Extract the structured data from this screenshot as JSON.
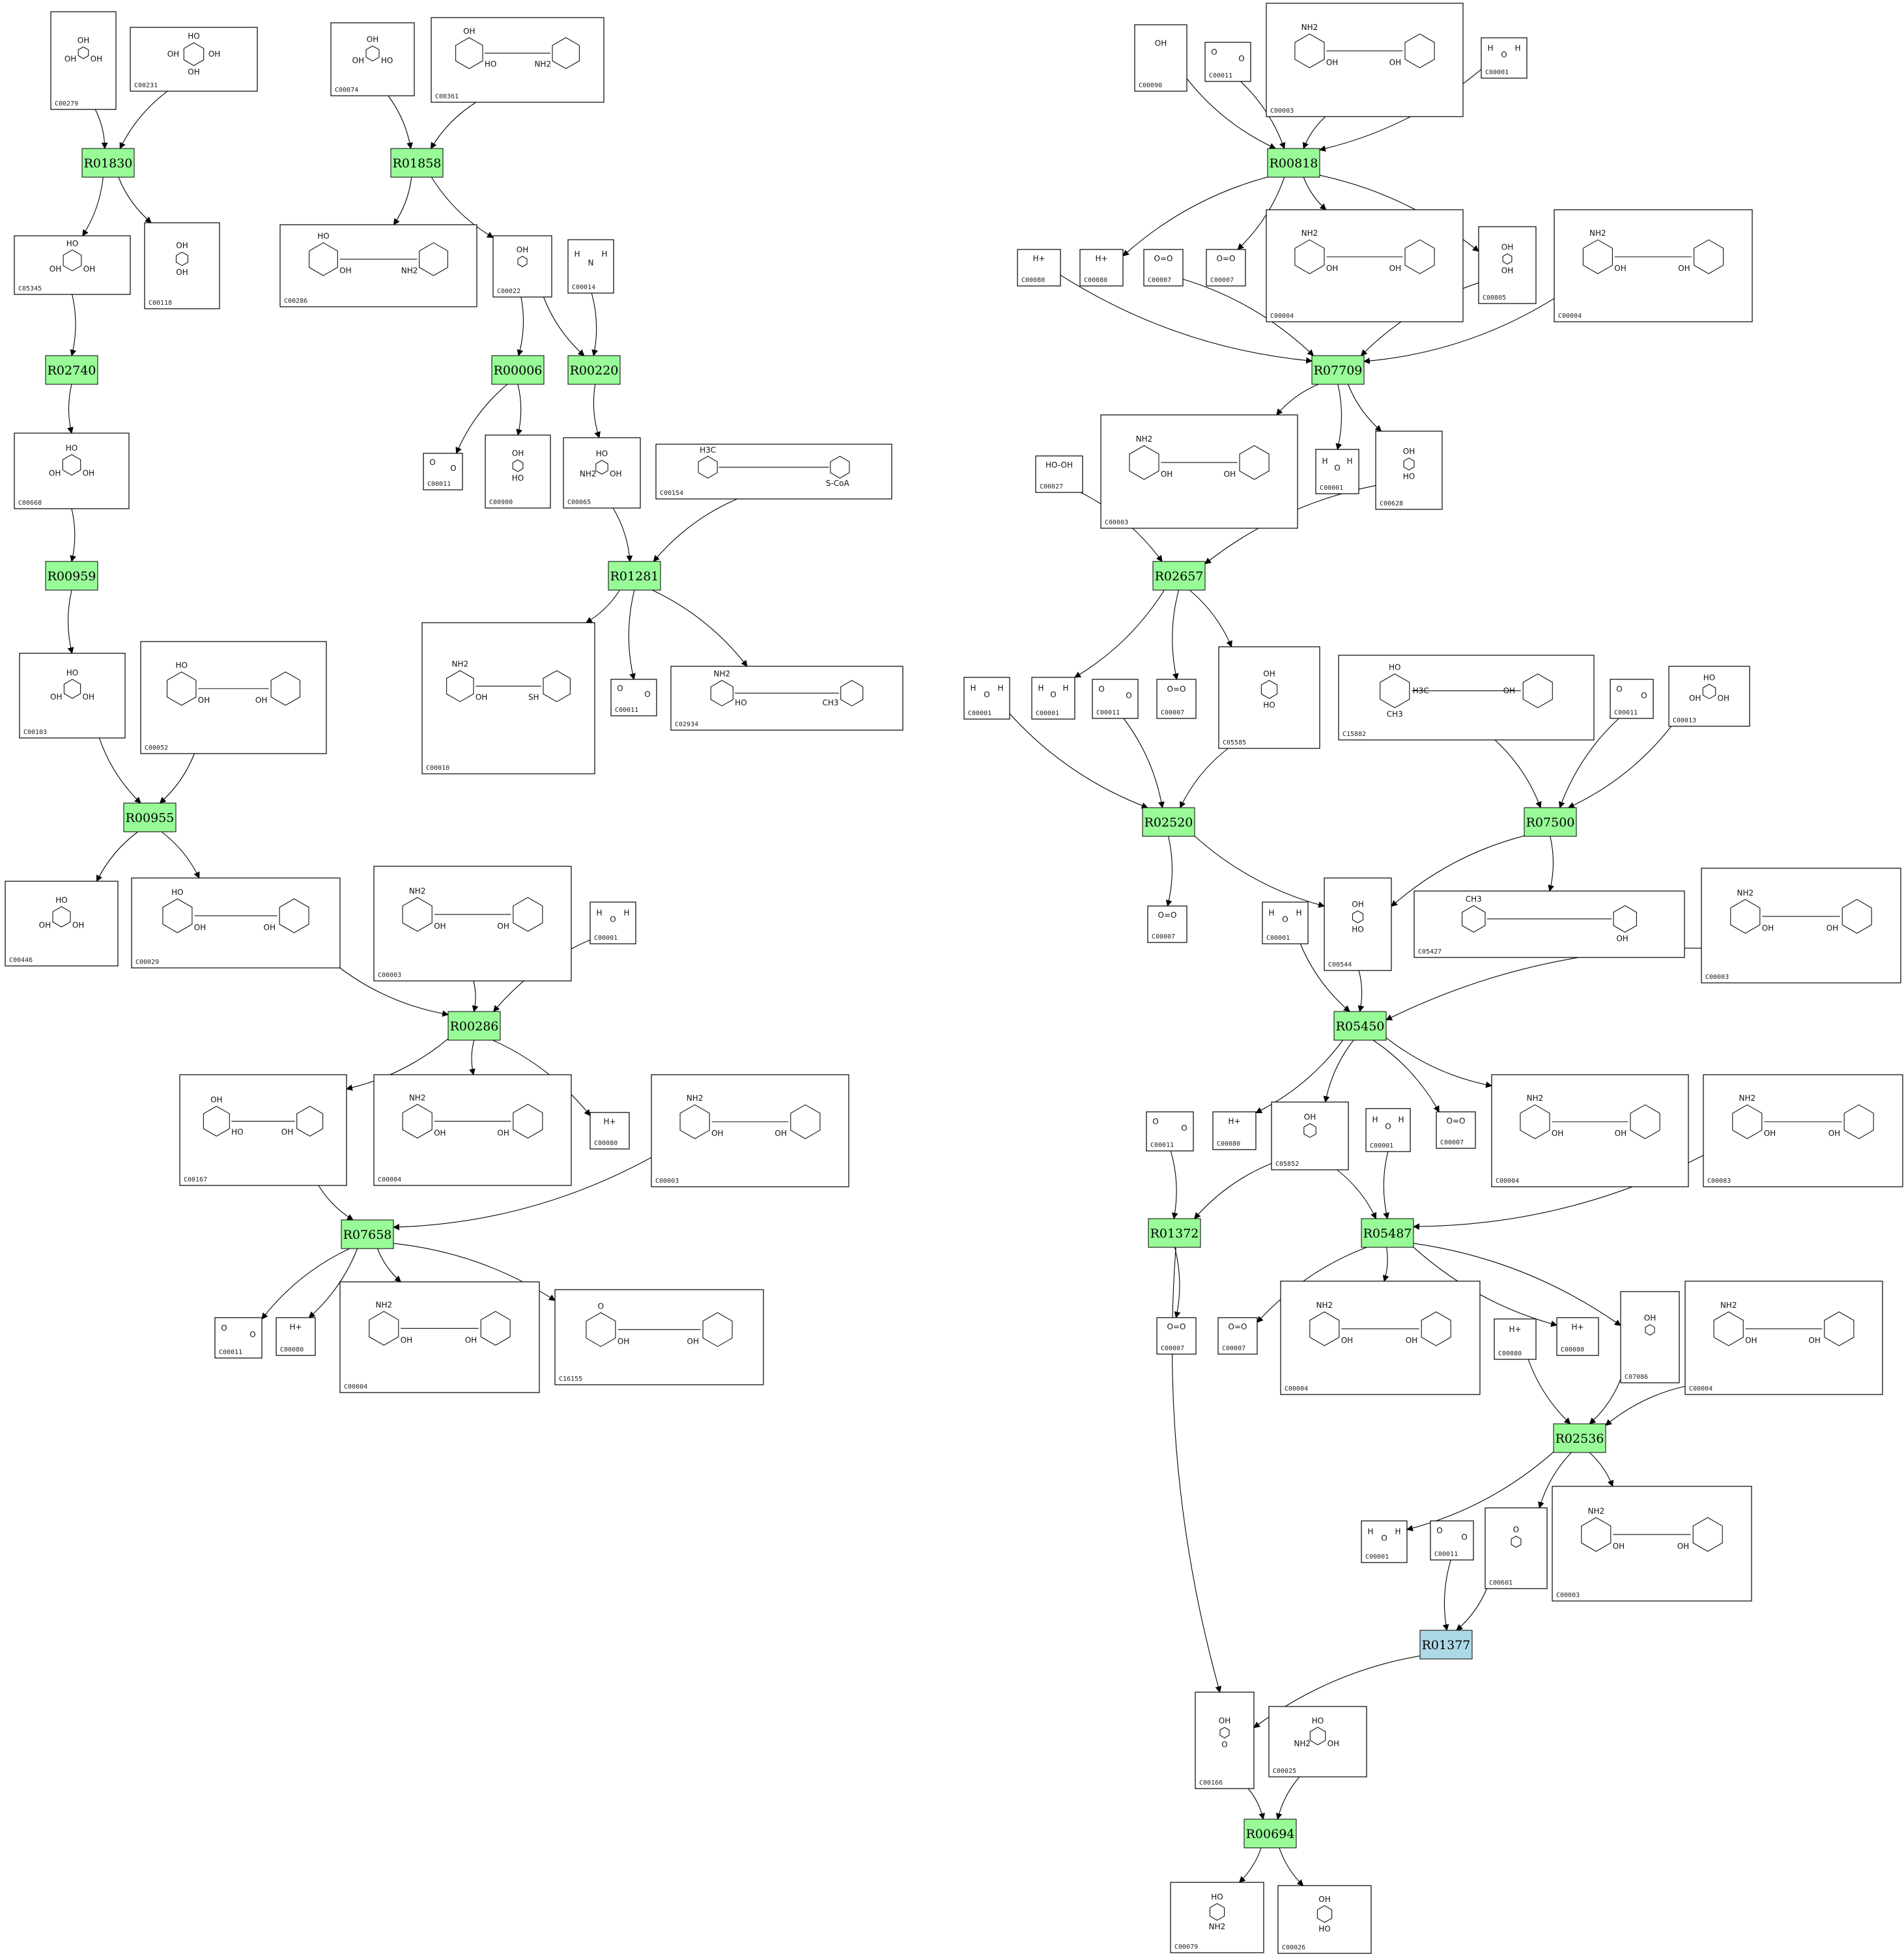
{
  "colors": {
    "reaction": "#98fb98",
    "reaction_alt": "#add8e6",
    "box_stroke": "#000000"
  },
  "reactions": [
    {
      "id": "R01830",
      "label": "R01830",
      "color": "#98fb98"
    },
    {
      "id": "R01858",
      "label": "R01858",
      "color": "#98fb98"
    },
    {
      "id": "R02740",
      "label": "R02740",
      "color": "#98fb98"
    },
    {
      "id": "R00006",
      "label": "R00006",
      "color": "#98fb98"
    },
    {
      "id": "R00220",
      "label": "R00220",
      "color": "#98fb98"
    },
    {
      "id": "R00959",
      "label": "R00959",
      "color": "#98fb98"
    },
    {
      "id": "R01281",
      "label": "R01281",
      "color": "#98fb98"
    },
    {
      "id": "R00955",
      "label": "R00955",
      "color": "#98fb98"
    },
    {
      "id": "R00286",
      "label": "R00286",
      "color": "#98fb98"
    },
    {
      "id": "R07658",
      "label": "R07658",
      "color": "#98fb98"
    },
    {
      "id": "R00818",
      "label": "R00818",
      "color": "#98fb98"
    },
    {
      "id": "R07709",
      "label": "R07709",
      "color": "#98fb98"
    },
    {
      "id": "R02657",
      "label": "R02657",
      "color": "#98fb98"
    },
    {
      "id": "R02520",
      "label": "R02520",
      "color": "#98fb98"
    },
    {
      "id": "R07500",
      "label": "R07500",
      "color": "#98fb98"
    },
    {
      "id": "R05450",
      "label": "R05450",
      "color": "#98fb98"
    },
    {
      "id": "R01372",
      "label": "R01372",
      "color": "#98fb98"
    },
    {
      "id": "R05487",
      "label": "R05487",
      "color": "#98fb98"
    },
    {
      "id": "R02536",
      "label": "R02536",
      "color": "#98fb98"
    },
    {
      "id": "R01377",
      "label": "R01377",
      "color": "#add8e6"
    },
    {
      "id": "R00694",
      "label": "R00694",
      "color": "#98fb98"
    }
  ],
  "compounds": [
    {
      "id": "n1",
      "label": "C00279",
      "atoms": [
        "OH",
        "OH",
        "OH"
      ]
    },
    {
      "id": "n2",
      "label": "C00231",
      "atoms": [
        "HO",
        "OH",
        "OH",
        "OH"
      ]
    },
    {
      "id": "n3",
      "label": "C00074",
      "atoms": [
        "OH",
        "HO",
        "OH"
      ]
    },
    {
      "id": "n4",
      "label": "C00361",
      "atoms": [
        "OH",
        "HO",
        "NH2"
      ]
    },
    {
      "id": "n5",
      "label": "C05345",
      "atoms": [
        "HO",
        "OH",
        "OH"
      ]
    },
    {
      "id": "n6",
      "label": "C00118",
      "atoms": [
        "OH",
        "OH"
      ]
    },
    {
      "id": "n7",
      "label": "C00286",
      "atoms": [
        "HO",
        "OH",
        "NH2"
      ]
    },
    {
      "id": "n8",
      "label": "C00022",
      "atoms": [
        "OH"
      ]
    },
    {
      "id": "n9",
      "label": "C00014",
      "atoms": [
        "H",
        "N",
        "H"
      ]
    },
    {
      "id": "n10",
      "label": "C00668",
      "atoms": [
        "HO",
        "OH",
        "OH"
      ]
    },
    {
      "id": "n11",
      "label": "C00011",
      "atoms": [
        "O",
        "O"
      ]
    },
    {
      "id": "n12",
      "label": "C00900",
      "atoms": [
        "OH",
        "HO"
      ]
    },
    {
      "id": "n13",
      "label": "C00065",
      "atoms": [
        "HO",
        "OH",
        "NH2"
      ]
    },
    {
      "id": "n14",
      "label": "C00154",
      "atoms": [
        "H3C",
        "S-CoA"
      ]
    },
    {
      "id": "n15",
      "label": "C00103",
      "atoms": [
        "HO",
        "OH",
        "OH"
      ]
    },
    {
      "id": "n16",
      "label": "C00052",
      "atoms": [
        "HO",
        "OH",
        "OH"
      ]
    },
    {
      "id": "n17",
      "label": "C00010",
      "atoms": [
        "NH2",
        "OH",
        "SH"
      ]
    },
    {
      "id": "n18",
      "label": "C00011",
      "atoms": [
        "O",
        "O"
      ]
    },
    {
      "id": "n19",
      "label": "C02934",
      "atoms": [
        "NH2",
        "HO",
        "CH3"
      ]
    },
    {
      "id": "n20",
      "label": "C00446",
      "atoms": [
        "HO",
        "OH",
        "OH"
      ]
    },
    {
      "id": "n21",
      "label": "C00029",
      "atoms": [
        "HO",
        "OH",
        "OH"
      ]
    },
    {
      "id": "n22",
      "label": "C00003",
      "atoms": [
        "NH2",
        "OH",
        "OH"
      ]
    },
    {
      "id": "n23",
      "label": "C00001",
      "atoms": [
        "H",
        "O",
        "H"
      ]
    },
    {
      "id": "n24",
      "label": "C00167",
      "atoms": [
        "OH",
        "HO",
        "OH"
      ]
    },
    {
      "id": "n25",
      "label": "C00004",
      "atoms": [
        "NH2",
        "OH",
        "OH"
      ]
    },
    {
      "id": "n26",
      "label": "C00080",
      "atoms": [
        "H+"
      ]
    },
    {
      "id": "n27",
      "label": "C00003",
      "atoms": [
        "NH2",
        "OH",
        "OH"
      ]
    },
    {
      "id": "n28",
      "label": "C00011",
      "atoms": [
        "O",
        "O"
      ]
    },
    {
      "id": "n29",
      "label": "C00080",
      "atoms": [
        "H+"
      ]
    },
    {
      "id": "n30",
      "label": "C00004",
      "atoms": [
        "NH2",
        "OH",
        "OH"
      ]
    },
    {
      "id": "n31",
      "label": "C16155",
      "atoms": [
        "O",
        "OH",
        "OH"
      ]
    },
    {
      "id": "n32",
      "label": "C00090",
      "atoms": [
        "OH"
      ]
    },
    {
      "id": "n33",
      "label": "C00011",
      "atoms": [
        "O",
        "O"
      ]
    },
    {
      "id": "n34",
      "label": "C00003",
      "atoms": [
        "NH2",
        "OH",
        "OH"
      ]
    },
    {
      "id": "n35",
      "label": "C00001",
      "atoms": [
        "H",
        "O",
        "H"
      ]
    },
    {
      "id": "n36",
      "label": "C00080",
      "atoms": [
        "H+"
      ]
    },
    {
      "id": "n37",
      "label": "C00080",
      "atoms": [
        "H+"
      ]
    },
    {
      "id": "n38",
      "label": "C00007",
      "atoms": [
        "O=O"
      ]
    },
    {
      "id": "n39",
      "label": "C00007",
      "atoms": [
        "O=O"
      ]
    },
    {
      "id": "n40",
      "label": "C00004",
      "atoms": [
        "NH2",
        "OH",
        "OH"
      ]
    },
    {
      "id": "n41",
      "label": "C00805",
      "atoms": [
        "OH",
        "OH"
      ]
    },
    {
      "id": "n42",
      "label": "C00004",
      "atoms": [
        "NH2",
        "OH",
        "OH"
      ]
    },
    {
      "id": "n43",
      "label": "C00027",
      "atoms": [
        "HO-OH"
      ]
    },
    {
      "id": "n44",
      "label": "C00003",
      "atoms": [
        "NH2",
        "OH",
        "OH"
      ]
    },
    {
      "id": "n45",
      "label": "C00001",
      "atoms": [
        "H",
        "O",
        "H"
      ]
    },
    {
      "id": "n46",
      "label": "C00628",
      "atoms": [
        "OH",
        "HO"
      ]
    },
    {
      "id": "n47",
      "label": "C00001",
      "atoms": [
        "H",
        "O",
        "H"
      ]
    },
    {
      "id": "n48",
      "label": "C00001",
      "atoms": [
        "H",
        "O",
        "H"
      ]
    },
    {
      "id": "n49",
      "label": "C00011",
      "atoms": [
        "O",
        "O"
      ]
    },
    {
      "id": "n50",
      "label": "C00007",
      "atoms": [
        "O=O"
      ]
    },
    {
      "id": "n51",
      "label": "C05585",
      "atoms": [
        "OH",
        "HO"
      ]
    },
    {
      "id": "n52",
      "label": "C15882",
      "atoms": [
        "HO",
        "H3C",
        "CH3",
        "OH"
      ]
    },
    {
      "id": "n53",
      "label": "C00011",
      "atoms": [
        "O",
        "O"
      ]
    },
    {
      "id": "n54",
      "label": "C00013",
      "atoms": [
        "HO",
        "OH",
        "OH"
      ]
    },
    {
      "id": "n55",
      "label": "C00007",
      "atoms": [
        "O=O"
      ]
    },
    {
      "id": "n56",
      "label": "C00001",
      "atoms": [
        "H",
        "O",
        "H"
      ]
    },
    {
      "id": "n57",
      "label": "C00544",
      "atoms": [
        "OH",
        "HO"
      ]
    },
    {
      "id": "n58",
      "label": "C05427",
      "atoms": [
        "CH3",
        "OH"
      ]
    },
    {
      "id": "n59",
      "label": "C00003",
      "atoms": [
        "NH2",
        "OH",
        "OH"
      ]
    },
    {
      "id": "n60",
      "label": "C00011",
      "atoms": [
        "O",
        "O"
      ]
    },
    {
      "id": "n61",
      "label": "C00080",
      "atoms": [
        "H+"
      ]
    },
    {
      "id": "n62",
      "label": "C05852",
      "atoms": [
        "OH"
      ]
    },
    {
      "id": "n63",
      "label": "C00001",
      "atoms": [
        "H",
        "O",
        "H"
      ]
    },
    {
      "id": "n64",
      "label": "C00007",
      "atoms": [
        "O=O"
      ]
    },
    {
      "id": "n65",
      "label": "C00004",
      "atoms": [
        "NH2",
        "OH",
        "OH"
      ]
    },
    {
      "id": "n66",
      "label": "C00003",
      "atoms": [
        "NH2",
        "OH",
        "OH"
      ]
    },
    {
      "id": "n67",
      "label": "C00007",
      "atoms": [
        "O=O"
      ]
    },
    {
      "id": "n68",
      "label": "C00007",
      "atoms": [
        "O=O"
      ]
    },
    {
      "id": "n69",
      "label": "C00004",
      "atoms": [
        "NH2",
        "OH",
        "OH"
      ]
    },
    {
      "id": "n70",
      "label": "C00080",
      "atoms": [
        "H+"
      ]
    },
    {
      "id": "n71",
      "label": "C00080",
      "atoms": [
        "H+"
      ]
    },
    {
      "id": "n72",
      "label": "C07086",
      "atoms": [
        "OH"
      ]
    },
    {
      "id": "n73",
      "label": "C00004",
      "atoms": [
        "NH2",
        "OH",
        "OH"
      ]
    },
    {
      "id": "n74",
      "label": "C00001",
      "atoms": [
        "H",
        "O",
        "H"
      ]
    },
    {
      "id": "n75",
      "label": "C00011",
      "atoms": [
        "O",
        "O"
      ]
    },
    {
      "id": "n76",
      "label": "C00601",
      "atoms": [
        "O"
      ]
    },
    {
      "id": "n77",
      "label": "C00003",
      "atoms": [
        "NH2",
        "OH",
        "OH"
      ]
    },
    {
      "id": "n78",
      "label": "C00166",
      "atoms": [
        "OH",
        "O"
      ]
    },
    {
      "id": "n79",
      "label": "C00025",
      "atoms": [
        "HO",
        "OH",
        "NH2"
      ]
    },
    {
      "id": "n80",
      "label": "C00079",
      "atoms": [
        "HO",
        "NH2"
      ]
    },
    {
      "id": "n81",
      "label": "C00026",
      "atoms": [
        "OH",
        "HO"
      ]
    }
  ],
  "edges": [
    [
      "n1",
      "R01830"
    ],
    [
      "n2",
      "R01830"
    ],
    [
      "R01830",
      "n5"
    ],
    [
      "R01830",
      "n6"
    ],
    [
      "n3",
      "R01858"
    ],
    [
      "n4",
      "R01858"
    ],
    [
      "R01858",
      "n7"
    ],
    [
      "R01858",
      "n8"
    ],
    [
      "n5",
      "R02740"
    ],
    [
      "R02740",
      "n10"
    ],
    [
      "n10",
      "R00959"
    ],
    [
      "R00959",
      "n15"
    ],
    [
      "n8",
      "R00006"
    ],
    [
      "R00006",
      "n11"
    ],
    [
      "R00006",
      "n12"
    ],
    [
      "n8",
      "R00220"
    ],
    [
      "n9",
      "R00220"
    ],
    [
      "R00220",
      "n13"
    ],
    [
      "n13",
      "R01281"
    ],
    [
      "n14",
      "R01281"
    ],
    [
      "R01281",
      "n17"
    ],
    [
      "R01281",
      "n18"
    ],
    [
      "R01281",
      "n19"
    ],
    [
      "n15",
      "R00955"
    ],
    [
      "n16",
      "R00955"
    ],
    [
      "R00955",
      "n20"
    ],
    [
      "R00955",
      "n21"
    ],
    [
      "n21",
      "R00286"
    ],
    [
      "n22",
      "R00286"
    ],
    [
      "n23",
      "R00286"
    ],
    [
      "R00286",
      "n24"
    ],
    [
      "R00286",
      "n25"
    ],
    [
      "R00286",
      "n26"
    ],
    [
      "n24",
      "R07658"
    ],
    [
      "n27",
      "R07658"
    ],
    [
      "R07658",
      "n28"
    ],
    [
      "R07658",
      "n29"
    ],
    [
      "R07658",
      "n30"
    ],
    [
      "R07658",
      "n31"
    ],
    [
      "n32",
      "R00818"
    ],
    [
      "n33",
      "R00818"
    ],
    [
      "n34",
      "R00818"
    ],
    [
      "n35",
      "R00818"
    ],
    [
      "R00818",
      "n37"
    ],
    [
      "R00818",
      "n39"
    ],
    [
      "R00818",
      "n40"
    ],
    [
      "R00818",
      "n41"
    ],
    [
      "n36",
      "R07709"
    ],
    [
      "n38",
      "R07709"
    ],
    [
      "n41",
      "R07709"
    ],
    [
      "n42",
      "R07709"
    ],
    [
      "R07709",
      "n44"
    ],
    [
      "R07709",
      "n45"
    ],
    [
      "R07709",
      "n46"
    ],
    [
      "n43",
      "R02657"
    ],
    [
      "n46",
      "R02657"
    ],
    [
      "R02657",
      "n48"
    ],
    [
      "R02657",
      "n50"
    ],
    [
      "R02657",
      "n51"
    ],
    [
      "n47",
      "R02520"
    ],
    [
      "n49",
      "R02520"
    ],
    [
      "n51",
      "R02520"
    ],
    [
      "R02520",
      "n55"
    ],
    [
      "R02520",
      "n57"
    ],
    [
      "n52",
      "R07500"
    ],
    [
      "n53",
      "R07500"
    ],
    [
      "n54",
      "R07500"
    ],
    [
      "R07500",
      "n57"
    ],
    [
      "R07500",
      "n58"
    ],
    [
      "n56",
      "R05450"
    ],
    [
      "n57",
      "R05450"
    ],
    [
      "n59",
      "R05450"
    ],
    [
      "R05450",
      "n61"
    ],
    [
      "R05450",
      "n62"
    ],
    [
      "R05450",
      "n64"
    ],
    [
      "R05450",
      "n65"
    ],
    [
      "n60",
      "R01372"
    ],
    [
      "n62",
      "R01372"
    ],
    [
      "R01372",
      "n67"
    ],
    [
      "R01372",
      "n78"
    ],
    [
      "n62",
      "R05487"
    ],
    [
      "n63",
      "R05487"
    ],
    [
      "n66",
      "R05487"
    ],
    [
      "R05487",
      "n68"
    ],
    [
      "R05487",
      "n69"
    ],
    [
      "R05487",
      "n71"
    ],
    [
      "R05487",
      "n72"
    ],
    [
      "n70",
      "R02536"
    ],
    [
      "n72",
      "R02536"
    ],
    [
      "n73",
      "R02536"
    ],
    [
      "R02536",
      "n74"
    ],
    [
      "R02536",
      "n76"
    ],
    [
      "R02536",
      "n77"
    ],
    [
      "n75",
      "R01377"
    ],
    [
      "n76",
      "R01377"
    ],
    [
      "R01377",
      "n78"
    ],
    [
      "n78",
      "R00694"
    ],
    [
      "n79",
      "R00694"
    ],
    [
      "R00694",
      "n80"
    ],
    [
      "R00694",
      "n81"
    ]
  ]
}
